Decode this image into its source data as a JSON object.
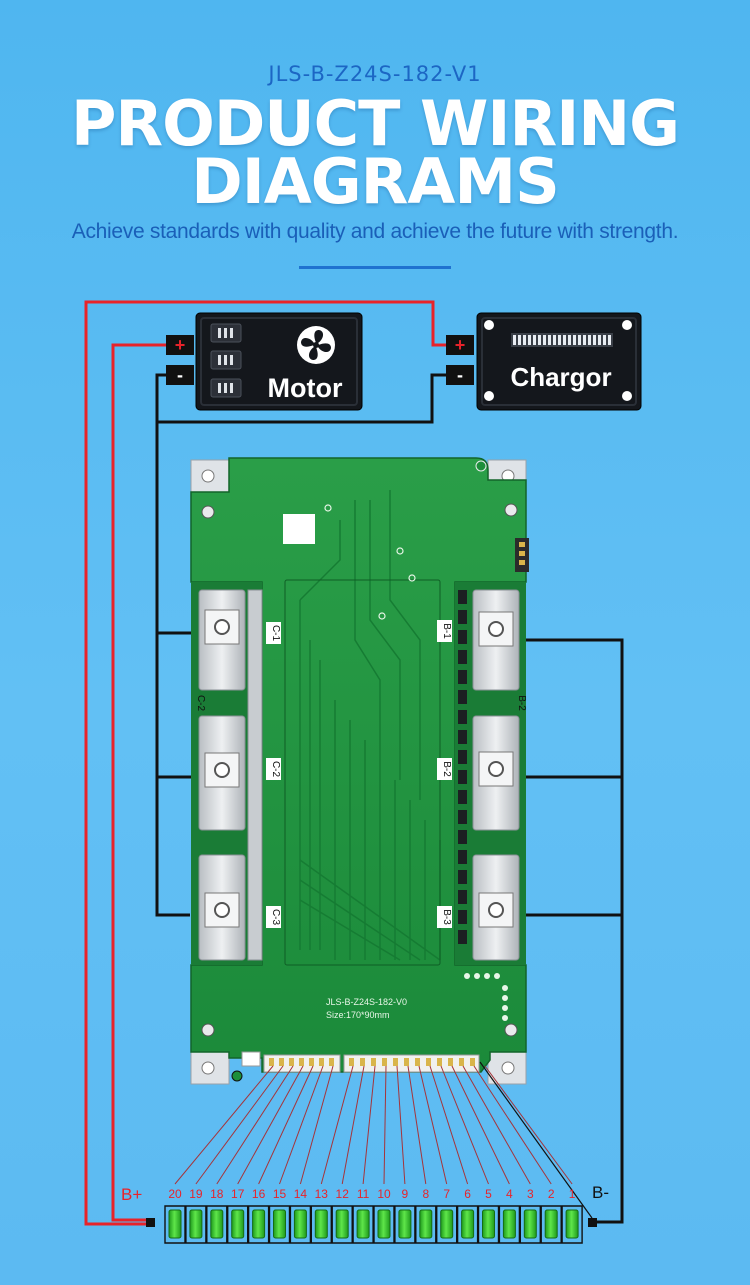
{
  "header": {
    "model": "JLS-B-Z24S-182-V1",
    "title_line1": "PRODUCT WIRING",
    "title_line2": "DIAGRAMS",
    "subtitle": "Achieve standards with quality and achieve the future with strength."
  },
  "devices": {
    "motor_label": "Motor",
    "charger_label": "Chargor",
    "plus": "+",
    "minus": "-"
  },
  "board": {
    "c_labels": [
      "C-1",
      "C-2",
      "C-3"
    ],
    "b_labels": [
      "B-1",
      "B-2",
      "B-3"
    ],
    "side_c": "C-2",
    "side_b": "B-2",
    "silk_model": "JLS-B-Z24S-182-V0",
    "silk_size": "Size:170*90mm"
  },
  "pack": {
    "bplus": "B+",
    "bminus": "B-",
    "cell_numbers": [
      "20",
      "19",
      "18",
      "17",
      "16",
      "15",
      "14",
      "13",
      "12",
      "11",
      "10",
      "9",
      "8",
      "7",
      "6",
      "5",
      "4",
      "3",
      "2",
      "1"
    ]
  },
  "colors": {
    "red_wire": "#e8232a",
    "black_wire": "#111111",
    "board_green": "#1f8f3e",
    "cell_green": "#39d12e"
  }
}
